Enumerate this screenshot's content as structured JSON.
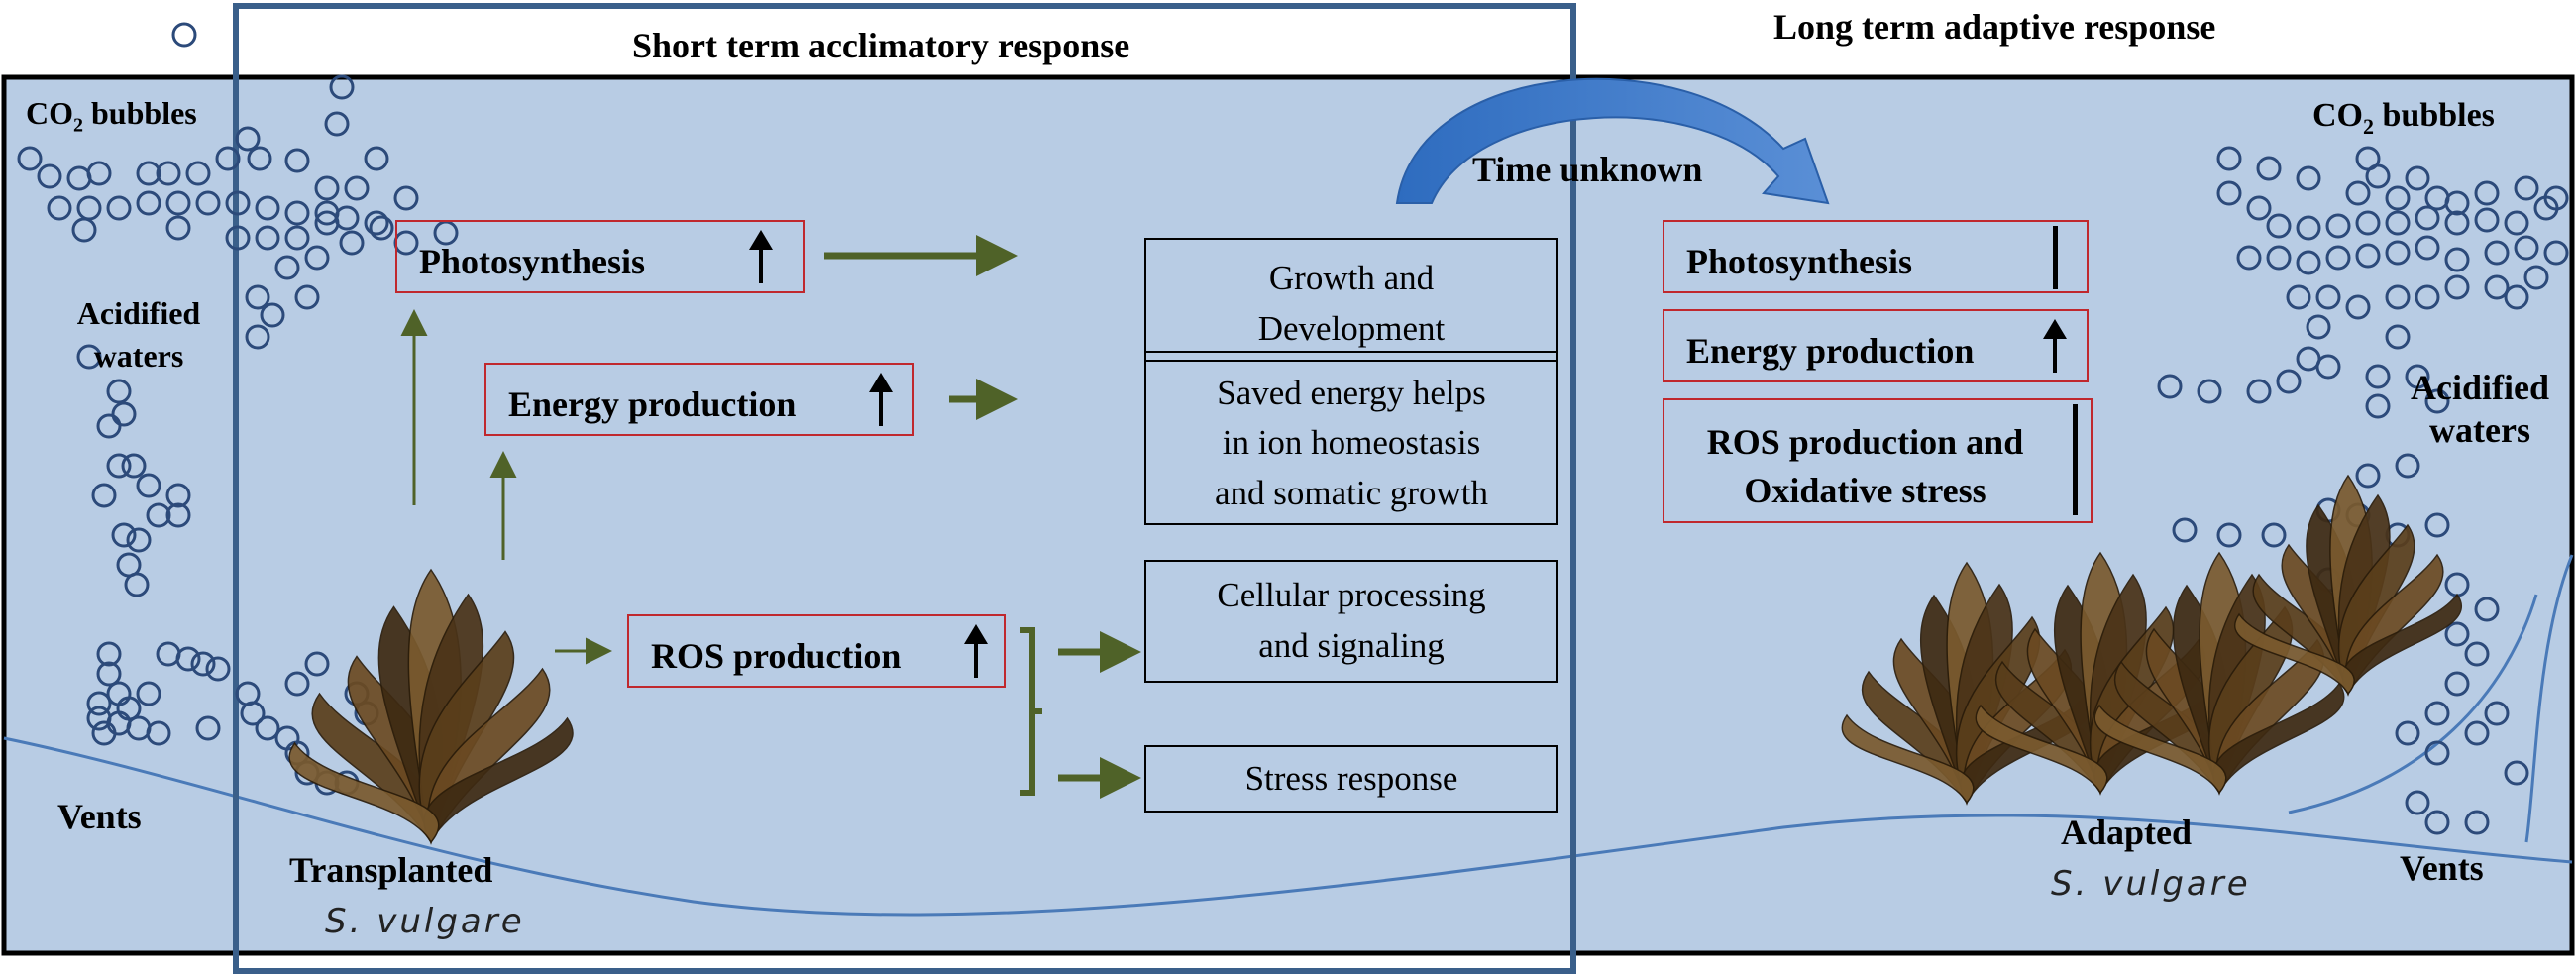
{
  "headings": {
    "short_term": "Short term acclimatory response",
    "long_term": "Long term adaptive response",
    "time": "Time unknown"
  },
  "left_labels": {
    "co2_bubbles": "CO",
    "co2_sub": "2",
    "co2_rest": " bubbles",
    "acidified_1": "Acidified",
    "acidified_2": "waters",
    "vents": "Vents",
    "transplanted": "Transplanted",
    "species": "S. vulgare"
  },
  "short_term_boxes": {
    "photosynthesis": "Photosynthesis",
    "energy": "Energy production",
    "ros": "ROS production"
  },
  "outcomes": {
    "growth_1": "Growth and",
    "growth_2": "Development",
    "saved_1": "Saved energy helps",
    "saved_2": "in ion homeostasis",
    "saved_3": "and somatic growth",
    "cellular_1": "Cellular processing",
    "cellular_2": "and signaling",
    "stress": "Stress response"
  },
  "long_term_boxes": {
    "photosynthesis": "Photosynthesis",
    "energy": "Energy production",
    "ros_1": "ROS production and",
    "ros_2": "Oxidative stress"
  },
  "right_labels": {
    "co2_bubbles": "CO",
    "co2_sub": "2",
    "co2_rest": " bubbles",
    "acidified_1": "Acidified",
    "acidified_2": "waters",
    "adapted": "Adapted",
    "species": "S. vulgare",
    "vents": "Vents"
  },
  "colors": {
    "water": "#b8cce4",
    "frame": "#3a5f8a",
    "green_arrow": "#4f6228",
    "red_box": "#c0282d",
    "bubble": "#2c4a7a",
    "seaweed": "#5a3e1b"
  },
  "icons": {
    "up": "up-arrow-icon",
    "steady": "steady-bar-icon",
    "curved": "curved-arrow-icon"
  }
}
